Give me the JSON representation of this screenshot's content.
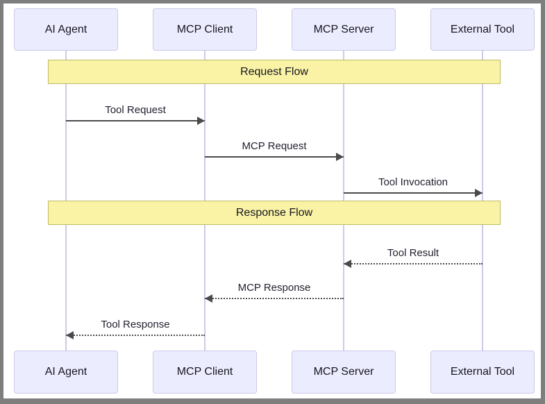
{
  "window": {
    "frame_color": "#7e7e7e",
    "background": "#ffffff"
  },
  "diagram": {
    "type": "sequence",
    "actors": [
      {
        "id": "ai-agent",
        "label": "AI Agent"
      },
      {
        "id": "mcp-client",
        "label": "MCP Client"
      },
      {
        "id": "mcp-server",
        "label": "MCP Server"
      },
      {
        "id": "external-tool",
        "label": "External Tool"
      }
    ],
    "sections": [
      {
        "label": "Request Flow"
      },
      {
        "label": "Response Flow"
      }
    ],
    "messages": [
      {
        "label": "Tool Request",
        "from": "AI Agent",
        "to": "MCP Client",
        "line": "solid",
        "direction": "right"
      },
      {
        "label": "MCP Request",
        "from": "MCP Client",
        "to": "MCP Server",
        "line": "solid",
        "direction": "right"
      },
      {
        "label": "Tool Invocation",
        "from": "MCP Server",
        "to": "External Tool",
        "line": "solid",
        "direction": "right"
      },
      {
        "label": "Tool Result",
        "from": "External Tool",
        "to": "MCP Server",
        "line": "dotted",
        "direction": "left"
      },
      {
        "label": "MCP Response",
        "from": "MCP Server",
        "to": "MCP Client",
        "line": "dotted",
        "direction": "left"
      },
      {
        "label": "Tool Response",
        "from": "MCP Client",
        "to": "AI Agent",
        "line": "dotted",
        "direction": "left"
      }
    ],
    "colors": {
      "actor_fill": "#ececff",
      "actor_border": "#c9c9e8",
      "lifeline": "#cfc9e8",
      "section_fill": "#faf3a6",
      "section_border": "#bcbc62",
      "message_line": "#4a4a4a",
      "text": "#15151f"
    }
  }
}
